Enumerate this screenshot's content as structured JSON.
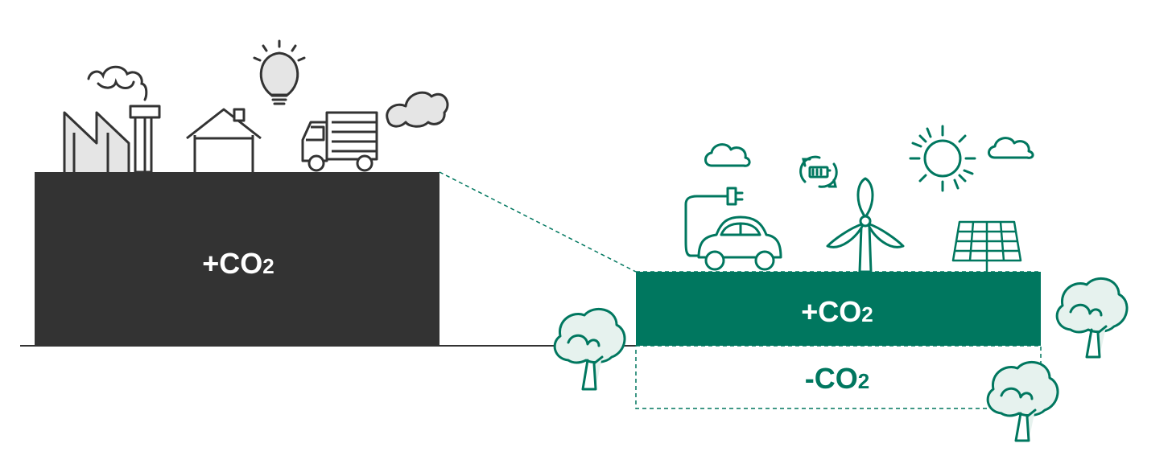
{
  "colors": {
    "dark_block": "#333333",
    "green": "#00775f",
    "tree_fill": "#e6f2ee",
    "gray_fill": "#e5e5e5",
    "line": "#333333",
    "text_on_block": "#ffffff"
  },
  "icons": {
    "left": [
      "factory-icon",
      "smoke-cloud-icon",
      "house-icon",
      "light-bulb-icon",
      "truck-icon",
      "exhaust-cloud-icon"
    ],
    "right": [
      "cloud-icon",
      "electric-car-icon",
      "battery-recycle-icon",
      "wind-turbine-icon",
      "sun-icon",
      "solar-panel-icon",
      "tree-icon"
    ]
  },
  "left_block": {
    "label_main": "+CO",
    "label_sub": "2"
  },
  "right_block": {
    "emission_main": "+CO",
    "emission_sub": "2",
    "absorption_main": "-CO",
    "absorption_sub": "2"
  }
}
